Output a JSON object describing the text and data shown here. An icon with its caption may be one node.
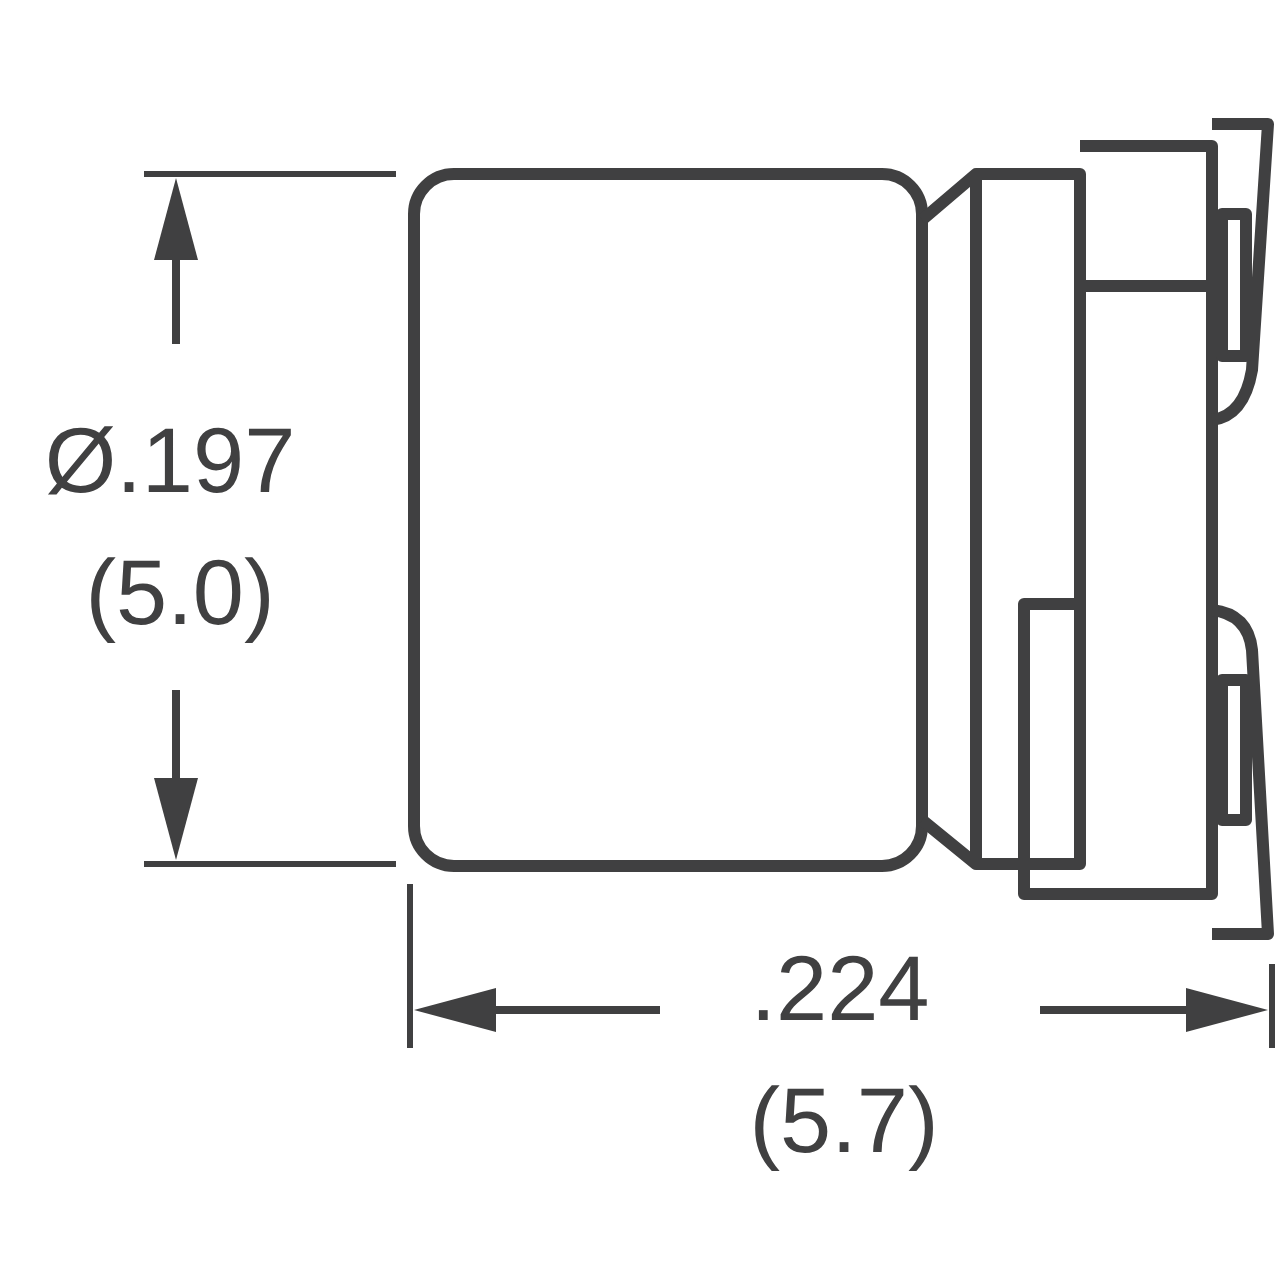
{
  "diagram": {
    "labels": [
      "Ø.197",
      "(5.0)",
      ".224",
      "(5.7)"
    ]
  }
}
